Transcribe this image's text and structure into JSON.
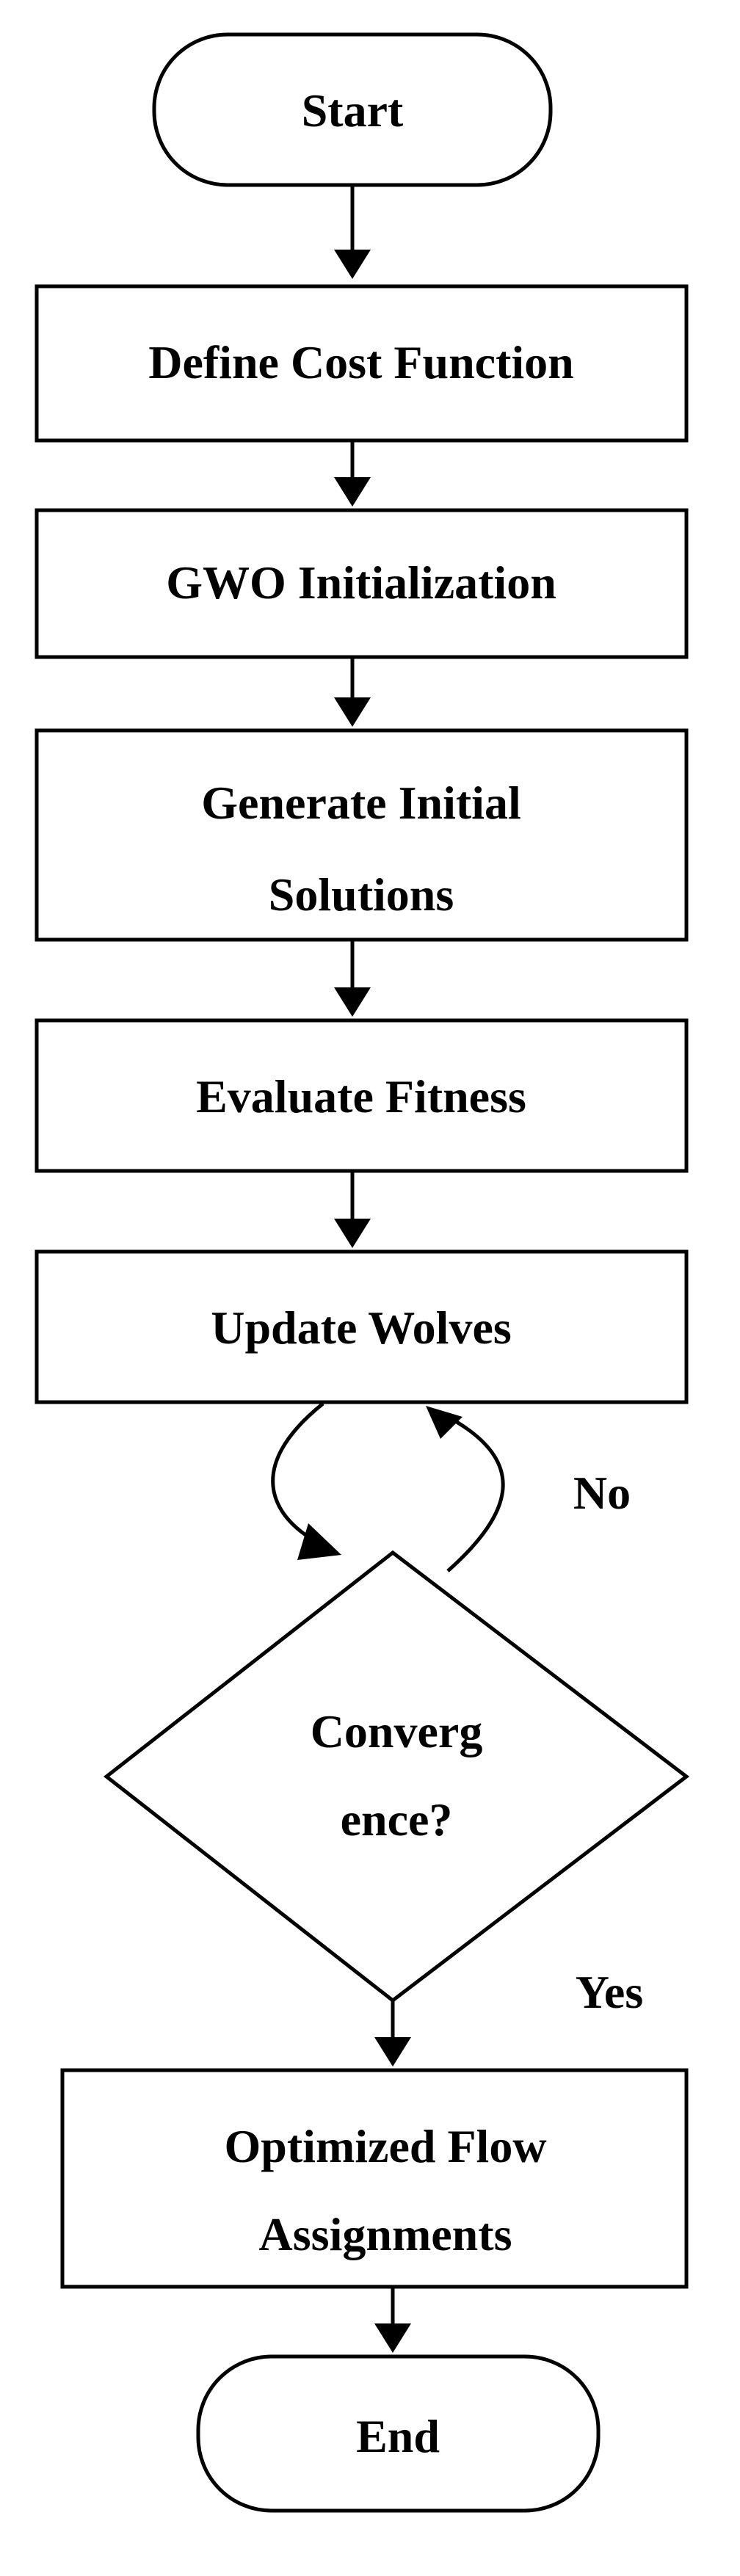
{
  "diagram": {
    "nodes": {
      "start": {
        "label": "Start"
      },
      "define_cost": {
        "label": "Define Cost Function"
      },
      "gwo_init": {
        "label": "GWO Initialization"
      },
      "generate_line1": {
        "label": "Generate Initial"
      },
      "generate_line2": {
        "label": "Solutions"
      },
      "evaluate": {
        "label": "Evaluate Fitness"
      },
      "update": {
        "label": "Update Wolves"
      },
      "converge_line1": {
        "label": "Converg"
      },
      "converge_line2": {
        "label": "ence?"
      },
      "optimized_line1": {
        "label": "Optimized Flow"
      },
      "optimized_line2": {
        "label": "Assignments"
      },
      "end": {
        "label": "End"
      }
    },
    "branches": {
      "no": "No",
      "yes": "Yes"
    }
  }
}
